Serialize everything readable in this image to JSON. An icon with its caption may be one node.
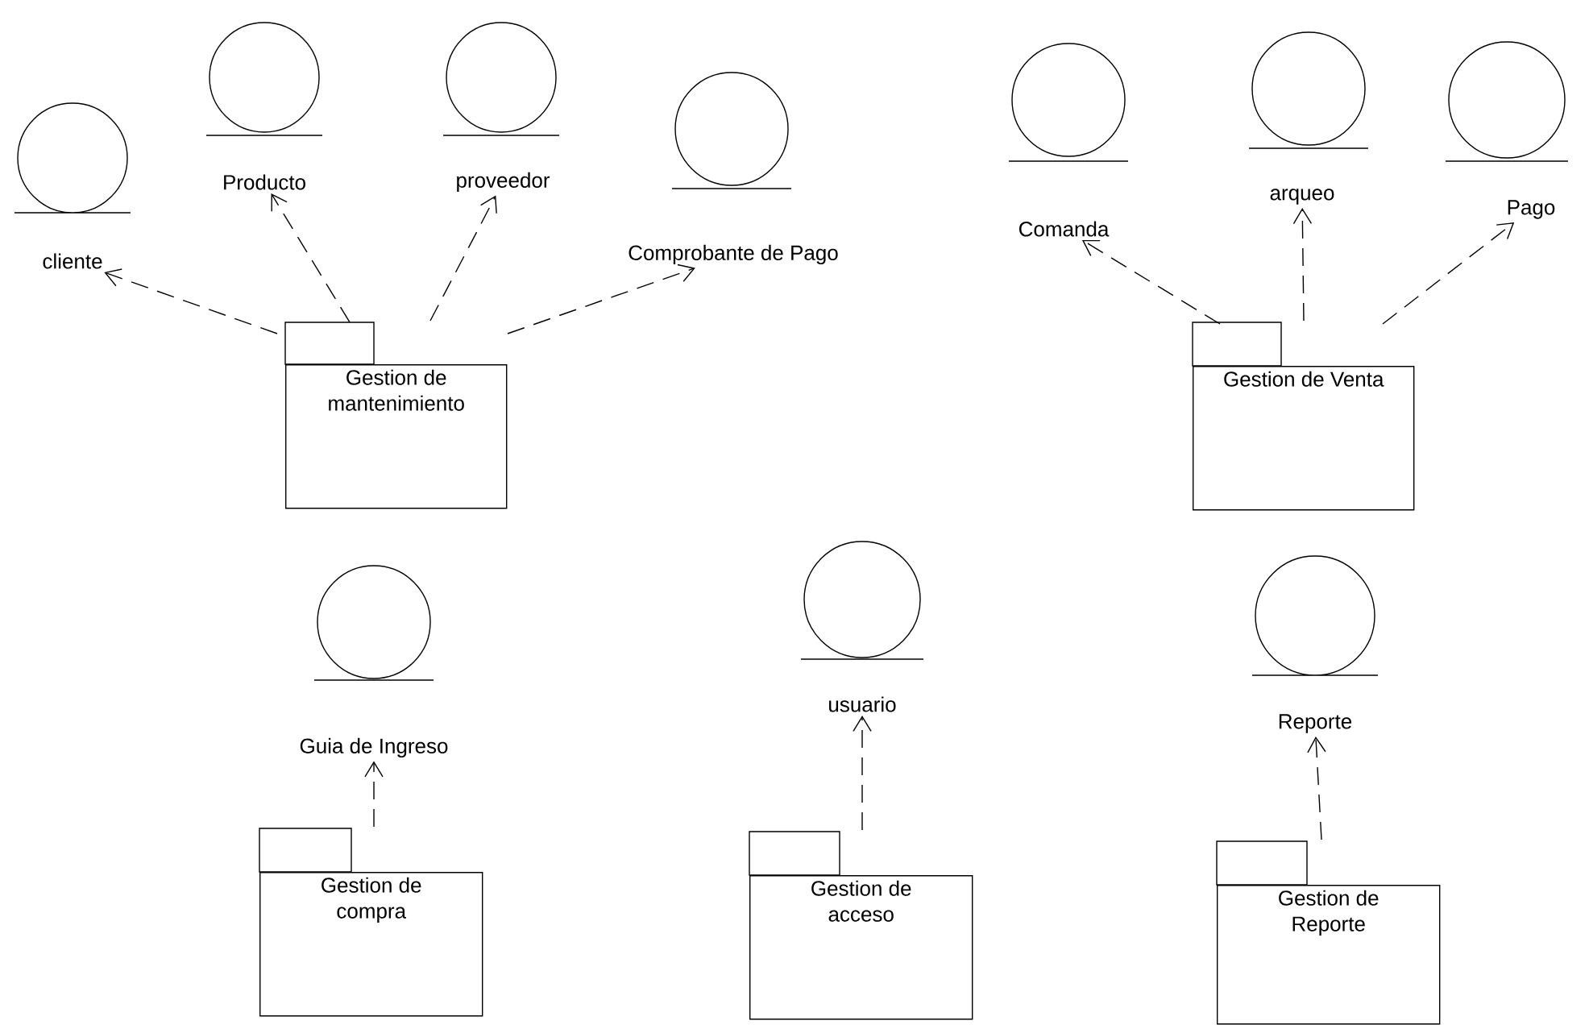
{
  "diagram": {
    "nodes": [
      {
        "text": [
          "cliente"
        ]
      },
      {
        "text": [
          "Producto"
        ]
      },
      {
        "text": [
          "proveedor"
        ]
      },
      {
        "text": [
          "Comprobante de Pago"
        ]
      },
      {
        "text": [
          "Comanda"
        ]
      },
      {
        "text": [
          "arqueo"
        ]
      },
      {
        "text": [
          "Pago"
        ]
      },
      {
        "text": [
          "Gestion de mantenimiento"
        ]
      },
      {
        "text": [
          "Gestion de Venta"
        ]
      },
      {
        "text": [
          "Guia de Ingreso"
        ]
      },
      {
        "text": [
          "usuario"
        ]
      },
      {
        "text": [
          "Reporte"
        ]
      },
      {
        "text": [
          "Gestion de compra"
        ]
      },
      {
        "text": [
          "Gestion de acceso"
        ]
      },
      {
        "text": [
          "Gestion de Reporte"
        ]
      }
    ],
    "edges": [
      {
        "from": 7,
        "to": 0,
        "arrow": "to"
      },
      {
        "from": 7,
        "to": 1,
        "arrow": "to"
      },
      {
        "from": 7,
        "to": 2,
        "arrow": "to"
      },
      {
        "from": 7,
        "to": 3,
        "arrow": "to"
      },
      {
        "from": 8,
        "to": 4,
        "arrow": "to"
      },
      {
        "from": 8,
        "to": 5,
        "arrow": "to"
      },
      {
        "from": 8,
        "to": 6,
        "arrow": "to"
      },
      {
        "from": 12,
        "to": 9,
        "arrow": "to"
      },
      {
        "from": 13,
        "to": 10,
        "arrow": "to"
      },
      {
        "from": 14,
        "to": 11,
        "arrow": "to"
      }
    ]
  }
}
